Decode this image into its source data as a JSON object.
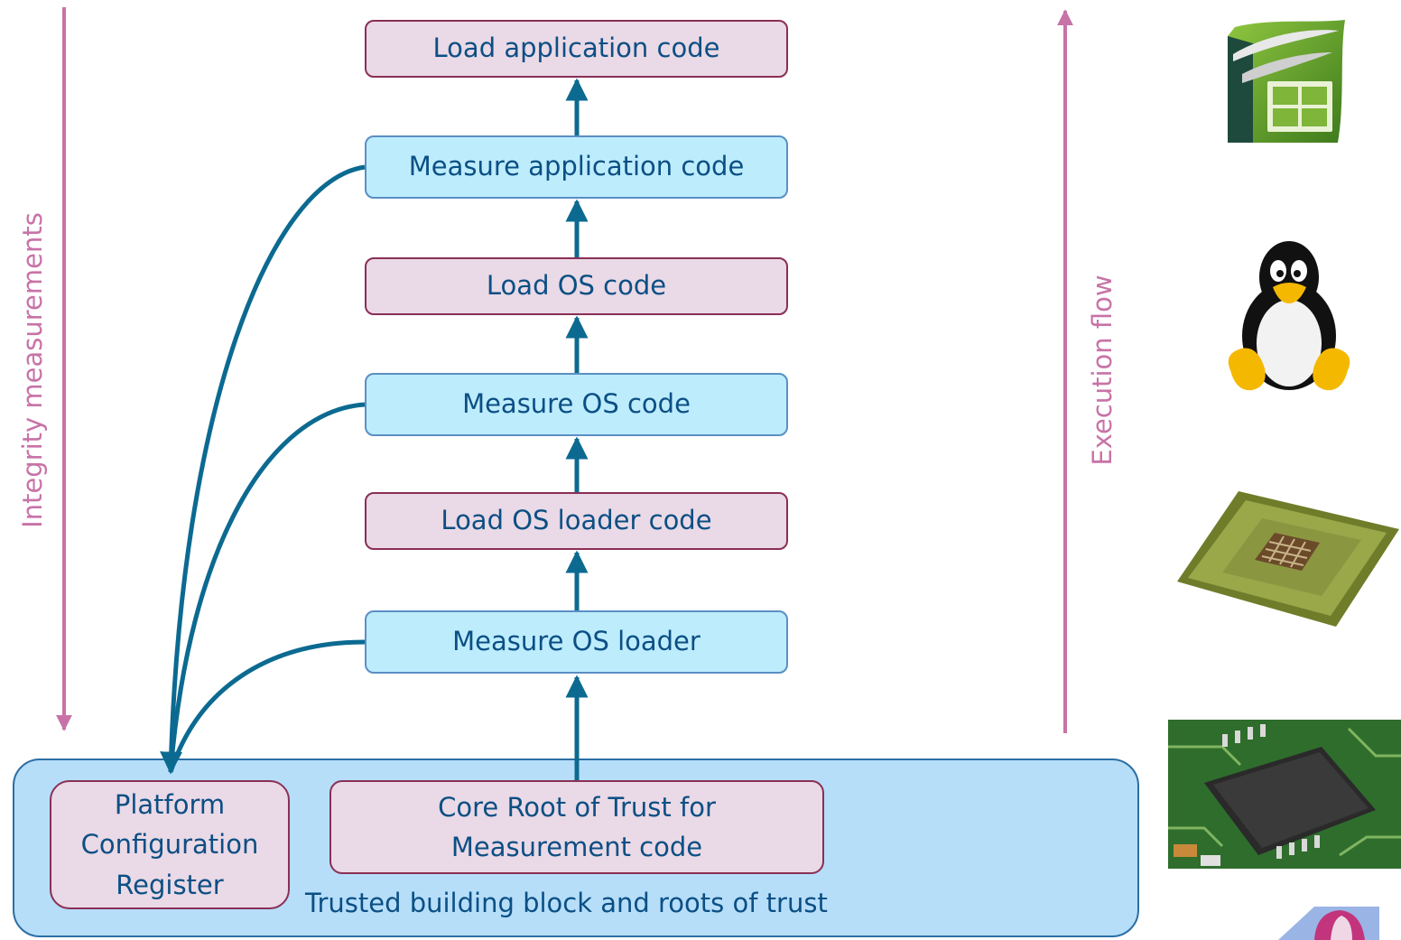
{
  "boxes": {
    "load_application_code": "Load application code",
    "measure_application_code": "Measure application code",
    "load_os_code": "Load OS code",
    "measure_os_code": "Measure OS code",
    "load_os_loader_code": "Load OS loader code",
    "measure_os_loader": "Measure OS loader",
    "pcr": "Platform Configuration Register",
    "crtm": "Core Root of Trust for Measurement code"
  },
  "trusted_block_label": "Trusted building block and roots of trust",
  "side_labels": {
    "left": "Integrity measurements",
    "right": "Execution flow"
  },
  "icons": {
    "spreadsheet": "spreadsheet-app-icon",
    "penguin": "linux-penguin-icon",
    "cpu": "cpu-chip-icon",
    "circuit": "circuit-board-chip-icon",
    "logo": "logo-partial-icon"
  },
  "colors": {
    "load_box_fill": "#ead9e6",
    "load_box_border": "#8a2f55",
    "measure_box_fill": "#bdecfd",
    "measure_box_border": "#5b8fc4",
    "trusted_block_fill": "#b6def9",
    "arrow": "#0c6a91",
    "side_arrow": "#c873a7",
    "text": "#0b4f84"
  }
}
